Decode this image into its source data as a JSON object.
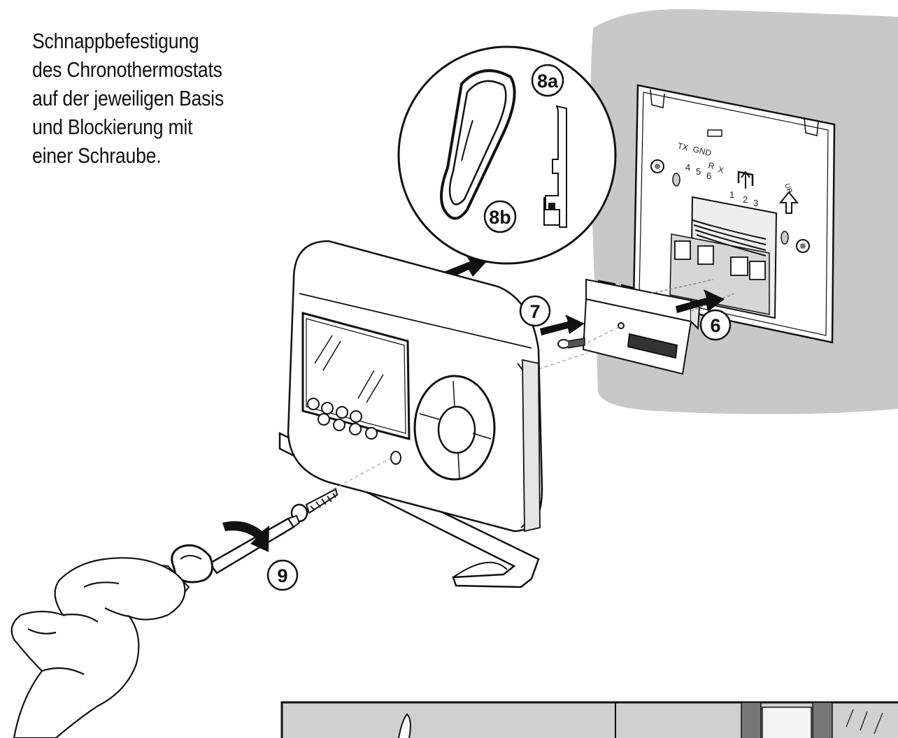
{
  "caption": {
    "lines": [
      "Schnappbefestigung",
      "des Chronothermostats",
      "auf der jeweiligen Basis",
      "und Blockierung mit",
      "einer Schraube."
    ]
  },
  "steps": {
    "s6": "6",
    "s7": "7",
    "s8a": "8a",
    "s8b": "8b",
    "s9": "9"
  },
  "terminals": {
    "tx": "TX",
    "gnd": "GND",
    "r": "R",
    "x": "X",
    "n4": "4",
    "n5": "5",
    "n6": "6",
    "n1": "1",
    "n2": "2",
    "n3": "3",
    "up": "UP"
  }
}
